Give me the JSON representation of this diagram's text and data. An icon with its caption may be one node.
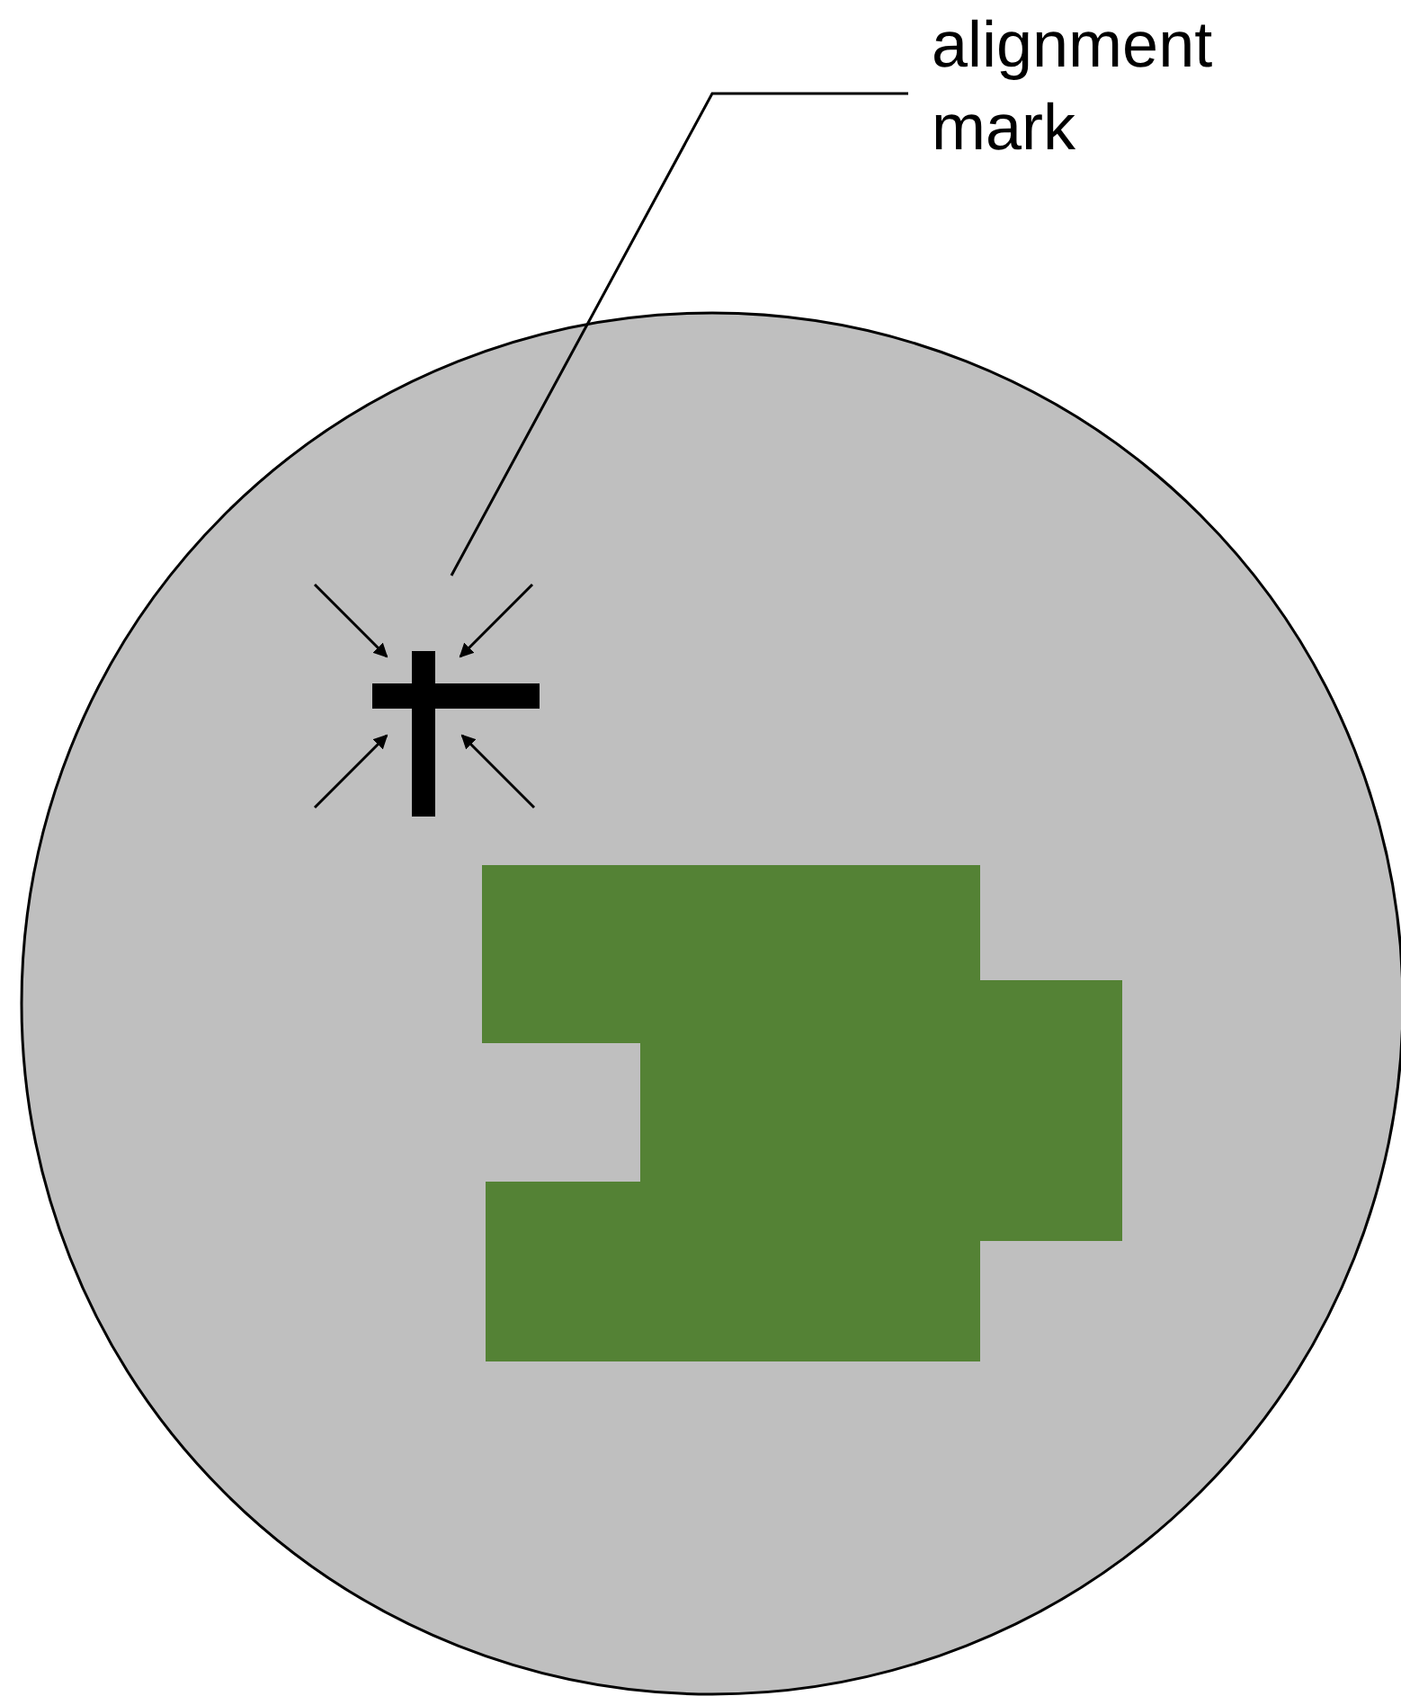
{
  "diagram": {
    "nodes": [
      {
        "text": [
          "alignment mark"
        ]
      },
      {
        "text": [],
        "shape": "picture"
      }
    ],
    "edges": [
      {
        "from": 0,
        "to": 1,
        "arrow": "none"
      }
    ]
  }
}
